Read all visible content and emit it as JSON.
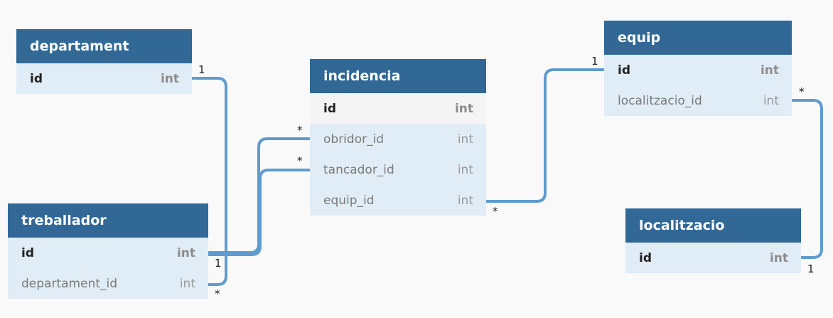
{
  "tables": {
    "departament": {
      "title": "departament",
      "rows": [
        {
          "name": "id",
          "type": "int"
        }
      ]
    },
    "treballador": {
      "title": "treballador",
      "rows": [
        {
          "name": "id",
          "type": "int"
        },
        {
          "name": "departament_id",
          "type": "int"
        }
      ]
    },
    "incidencia": {
      "title": "incidencia",
      "rows": [
        {
          "name": "id",
          "type": "int"
        },
        {
          "name": "obridor_id",
          "type": "int"
        },
        {
          "name": "tancador_id",
          "type": "int"
        },
        {
          "name": "equip_id",
          "type": "int"
        }
      ]
    },
    "equip": {
      "title": "equip",
      "rows": [
        {
          "name": "id",
          "type": "int"
        },
        {
          "name": "localitzacio_id",
          "type": "int"
        }
      ]
    },
    "localitzacio": {
      "title": "localitzacio",
      "rows": [
        {
          "name": "id",
          "type": "int"
        }
      ]
    }
  },
  "relations": [
    {
      "from": "departament.id",
      "to": "treballador.departament_id",
      "from_card": "1",
      "to_card": "*"
    },
    {
      "from": "treballador.id",
      "to": "incidencia.obridor_id",
      "from_card": "1",
      "to_card": "*"
    },
    {
      "from": "treballador.id",
      "to": "incidencia.tancador_id",
      "from_card": "1",
      "to_card": "*"
    },
    {
      "from": "equip.id",
      "to": "incidencia.equip_id",
      "from_card": "1",
      "to_card": "*"
    },
    {
      "from": "localitzacio.id",
      "to": "equip.localitzacio_id",
      "from_card": "1",
      "to_card": "*"
    }
  ],
  "colors": {
    "header": "#316896",
    "row": "#e1edf6",
    "link": "#5f9bcf"
  }
}
